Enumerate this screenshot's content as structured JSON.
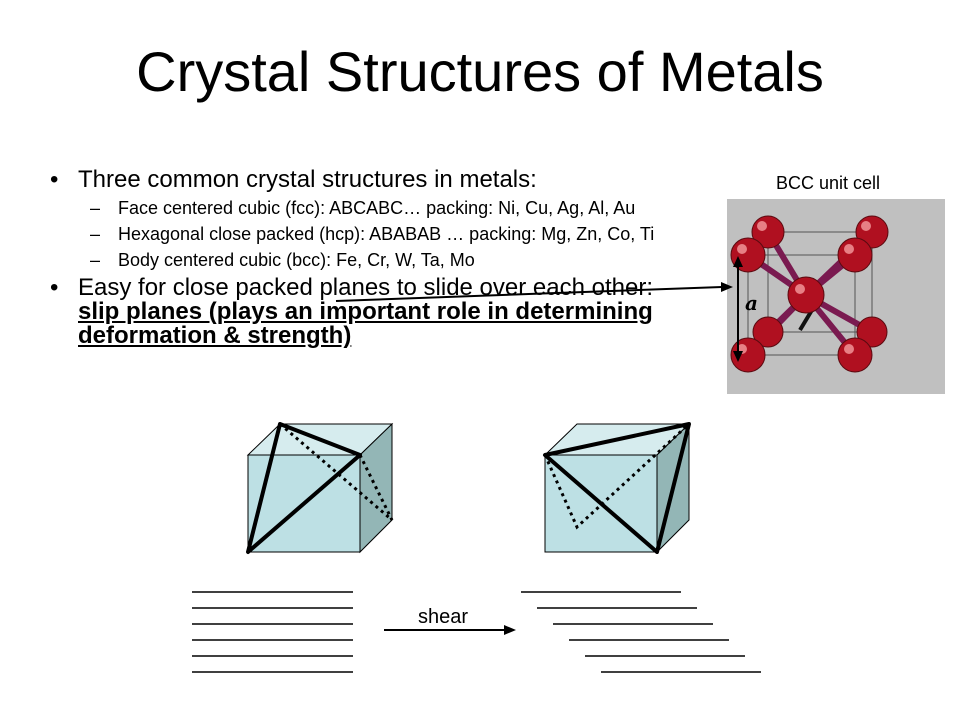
{
  "slide": {
    "title": "Crystal Structures of Metals",
    "bullets": [
      {
        "text": "Three common crystal structures in metals:",
        "subitems": [
          "Face centered cubic (fcc): ABCABC… packing: Ni, Cu, Ag, Al, Au",
          "Hexagonal close packed (hcp): ABABAB … packing: Mg, Zn, Co, Ti",
          "Body centered cubic (bcc): Fe, Cr, W, Ta, Mo"
        ]
      },
      {
        "text": "Easy for close packed planes to slide over each other:",
        "emphasis": "slip planes (plays an important role in determining deformation & strength)"
      }
    ],
    "bcc_label": "BCC unit cell",
    "lattice_label": "a",
    "shear_label": "shear"
  },
  "colors": {
    "cube_front": "#bde0e4",
    "cube_side": "#93b6b6",
    "bcc_background": "#c0c0c0",
    "atom": "#b01020",
    "bond": "#7a1a50"
  }
}
